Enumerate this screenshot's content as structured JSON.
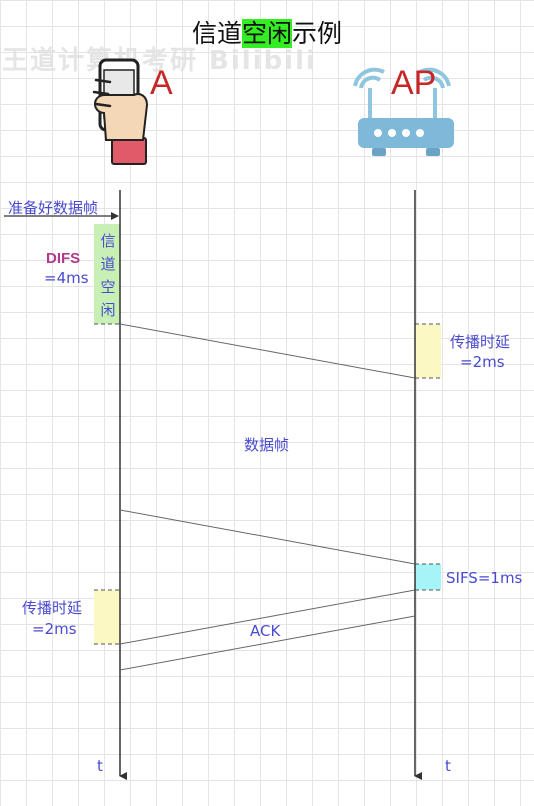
{
  "title": {
    "before": "信道",
    "highlight": "空闲",
    "after": "示例"
  },
  "watermark": "王道计算机考研 Bilibili",
  "nodes": {
    "a_label": "A",
    "ap_label": "AP"
  },
  "labels": {
    "prepared": "准备好数据帧",
    "channel_idle": [
      "信",
      "道",
      "空",
      "闲"
    ],
    "difs_name": "DIFS",
    "difs_value": "=4ms",
    "ap_prop_line1": "传播时延",
    "ap_prop_line2": "=2ms",
    "data_frame": "数据帧",
    "sifs": "SIFS=1ms",
    "a_prop_line1": "传播时延",
    "a_prop_line2": "=2ms",
    "ack": "ACK",
    "time_a": "t",
    "time_ap": "t"
  },
  "colors": {
    "difs_box": "#c8f0b4",
    "prop_box": "#fbf8c4",
    "sifs_box": "#a6f4f7",
    "label_blue": "#4a4ad0",
    "difs_purple": "#b03a8c",
    "node_red": "#c62828",
    "router_blue": "#7fb9d9"
  }
}
